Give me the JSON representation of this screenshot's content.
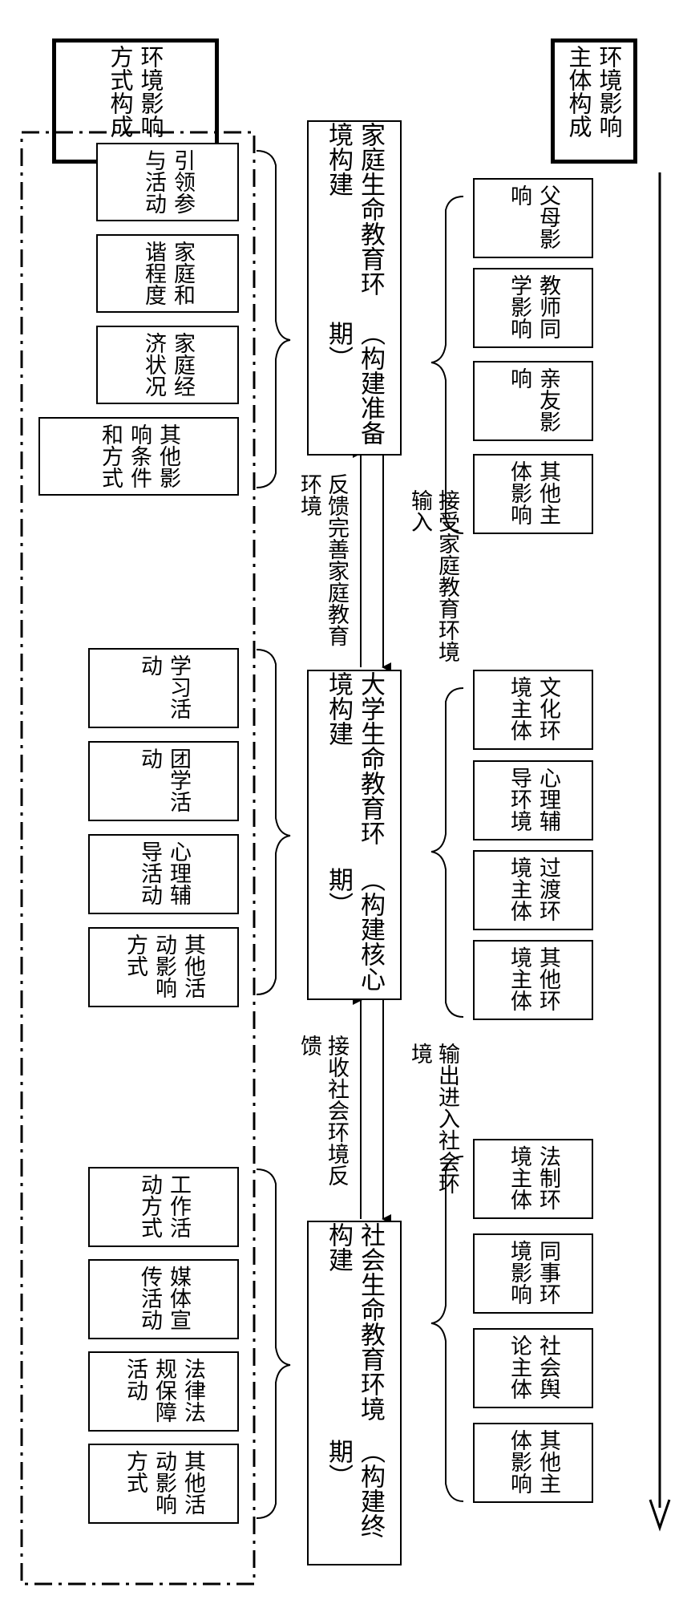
{
  "headers": {
    "subject": "环境影响主体构成",
    "mode": "环境影响方式构成"
  },
  "stages": [
    {
      "title": "家庭生命教育环境构建",
      "sub": "（构建准备期）",
      "subjects": [
        "父母影响",
        "教师同学影响",
        "亲友影响",
        "其他主体影响"
      ],
      "modes": [
        "引领参与活动",
        "家庭和谐程度",
        "家庭经济状况",
        "其他影响条件和方式"
      ]
    },
    {
      "title": "大学生命教育环境构建",
      "sub": "（构建核心期）",
      "subjects": [
        "文化环境主体",
        "心理辅导环境",
        "过渡环境主体",
        "其他环境主体"
      ],
      "modes": [
        "学习活动",
        "团学活动",
        "心理辅导活动",
        "其他活动影响方式"
      ]
    },
    {
      "title": "社会生命教育环境构建",
      "sub": "（构建终期）",
      "subjects": [
        "法制环境主体",
        "同事环境影响",
        "社会舆论主体",
        "其他主体影响"
      ],
      "modes": [
        "工作活动方式",
        "媒体宣传活动",
        "法律法规保障活动",
        "其他活动影响方式"
      ]
    }
  ],
  "arrows": {
    "a1_forward": "接受家庭教育环境输入",
    "a1_back": "反馈完善家庭教育环境",
    "a2_forward": "输出进入社会环境",
    "a2_back": "接收社会环境反馈"
  }
}
